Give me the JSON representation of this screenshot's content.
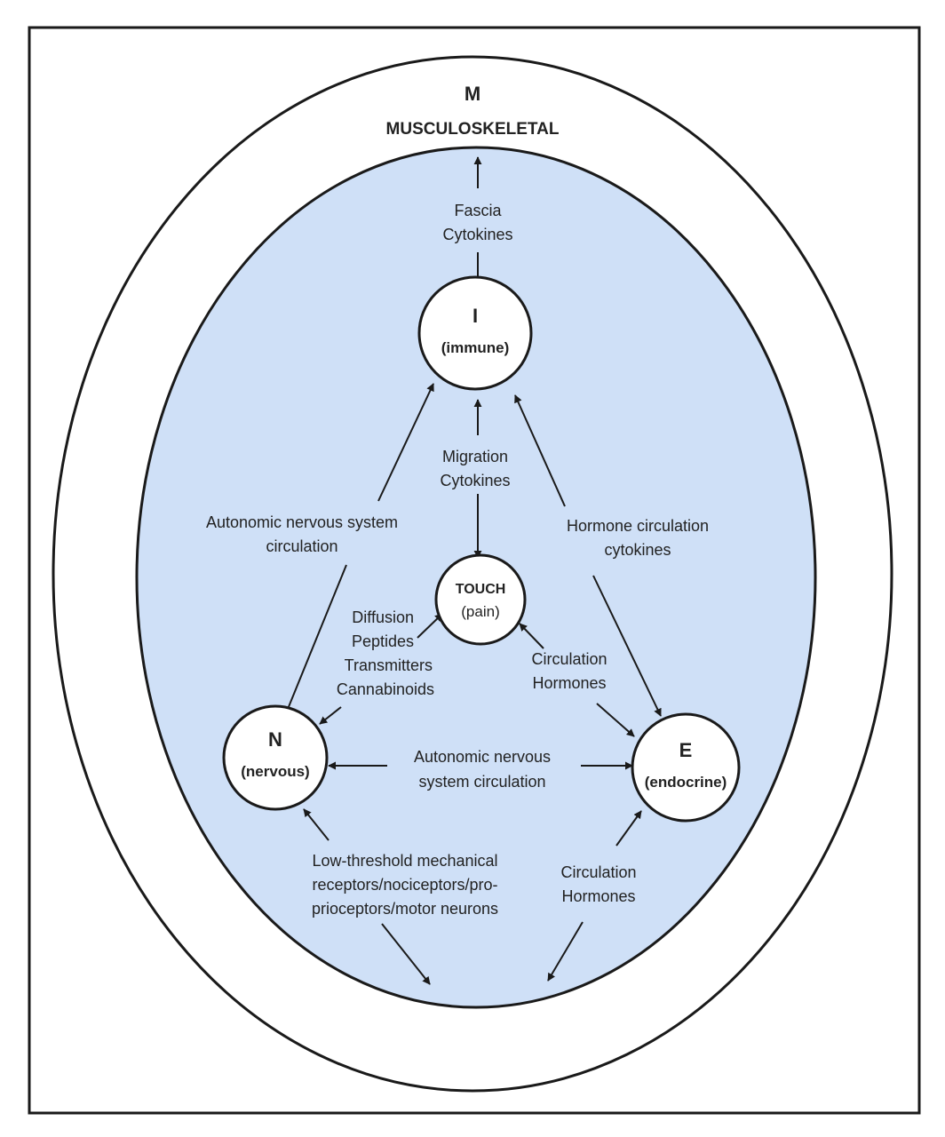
{
  "outer": {
    "letter": "M",
    "name": "MUSCULOSKELETAL"
  },
  "nodes": {
    "immune": {
      "letter": "I",
      "name": "(immune)"
    },
    "touch": {
      "letter": "TOUCH",
      "name": "(pain)"
    },
    "nervous": {
      "letter": "N",
      "name": "(nervous)"
    },
    "endocrine": {
      "letter": "E",
      "name": "(endocrine)"
    }
  },
  "labels": {
    "fascia": [
      "Fascia",
      "Cytokines"
    ],
    "migration": [
      "Migration",
      "Cytokines"
    ],
    "ans_left": [
      "Autonomic nervous system",
      "circulation"
    ],
    "hormone": [
      "Hormone circulation",
      "cytokines"
    ],
    "diffusion": [
      "Diffusion",
      "Peptides",
      "Transmitters",
      "Cannabinoids"
    ],
    "circ_mid": [
      "Circulation",
      "Hormones"
    ],
    "ans_bottom": [
      "Autonomic nervous",
      "system circulation"
    ],
    "lowthreshold": [
      "Low-threshold mechanical",
      "receptors/nociceptors/pro-",
      "prioceptors/motor neurons"
    ],
    "circ_bottom": [
      "Circulation",
      "Hormones"
    ]
  },
  "colors": {
    "inner_fill": "#cfe0f7",
    "stroke": "#1a1a1a"
  }
}
